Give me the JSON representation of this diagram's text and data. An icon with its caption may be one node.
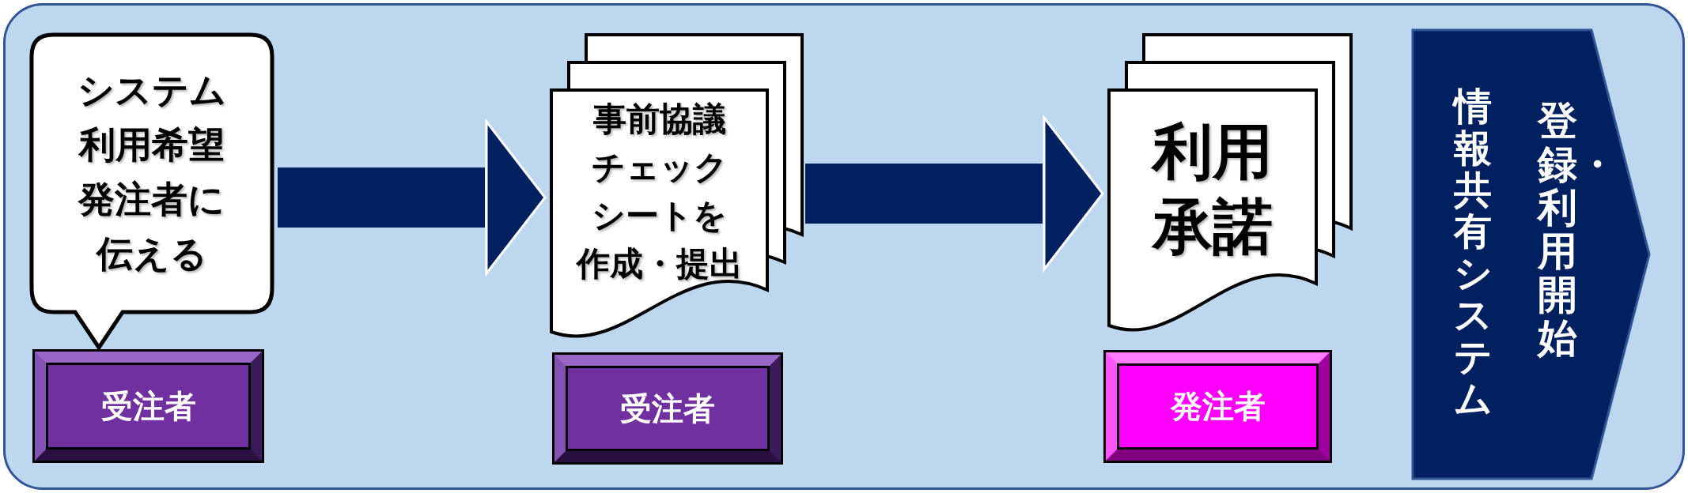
{
  "diagram": {
    "nodes": [
      {
        "text": [
          "システム利用希望発注者に伝える"
        ]
      },
      {
        "text": [
          "受注者"
        ]
      },
      {
        "text": [
          "事前協議チェックシートを作成・提出"
        ]
      },
      {
        "text": [
          "受注者"
        ]
      },
      {
        "text": [
          "利用承諾"
        ]
      },
      {
        "text": [
          "発注者"
        ]
      },
      {
        "text": [
          "情報共有システム",
          "登録・利用開始"
        ]
      }
    ],
    "edges": [
      {
        "from": 0,
        "to": 2,
        "arrow": "to"
      },
      {
        "from": 2,
        "to": 4,
        "arrow": "to"
      }
    ]
  }
}
